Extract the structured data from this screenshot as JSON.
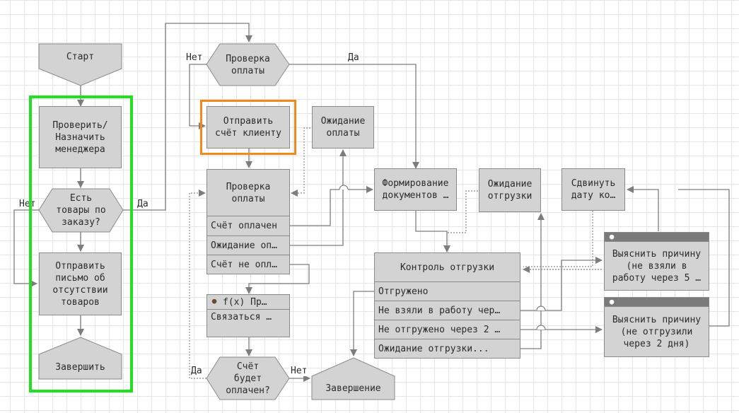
{
  "nodes": {
    "start": "Старт",
    "check_assign": "Проверить/\nНазначить\nменеджера",
    "goods_in_order": "Есть\nтовары по\nзаказу?",
    "send_no_goods_letter": "Отправить\nписьмо об\nотсутствии\nтоваров",
    "finish_left": "Завершить",
    "payment_check_top": "Проверка\nоплаты",
    "send_invoice": "Отправить\nсчёт клиенту",
    "wait_payment": "Ожидание\nоплаты",
    "payment_check_mid": "Проверка\nоплаты",
    "pay_rows": [
      "Счёт оплачен",
      "Ожидание оп…",
      "Счёт не опл…"
    ],
    "fx_task_header": "f(x)  Пр…",
    "fx_task_body": "Связаться …",
    "will_be_paid": "Счёт\nбудет\nоплачен?",
    "finish_bottom": "Завершение",
    "form_docs": "Формирование\nдокументов …",
    "wait_shipment": "Ожидание\nотгрузки",
    "move_date": "Сдвинуть\nдату ко…",
    "shipment_control": "Контроль отгрузки",
    "ship_rows": [
      "Отгружено",
      "Не взяли в работу чер…",
      "Не отгружено через 2 …",
      "Ожидание отгрузки..."
    ],
    "find_reason_1": "Выяснить причину\n(не взяли в\nработу через 5 …",
    "find_reason_2": "Выяснить причину\n(не отгрузили\nчерез 2 дня)"
  },
  "edge_labels": {
    "no_left": "Нет",
    "yes_left": "Да",
    "no_top": "Нет",
    "yes_top": "Да",
    "yes_bottom": "Да",
    "no_bottom": "Нет"
  },
  "colors": {
    "shape_fill": "#d3d3d3",
    "shape_border": "#8a8a8a",
    "edge": "#7d7d7d",
    "selection_green": "#21e021",
    "selection_orange": "#f28a17",
    "grid": "#e6e6e6"
  },
  "icons": {
    "task_user": "person-icon"
  }
}
